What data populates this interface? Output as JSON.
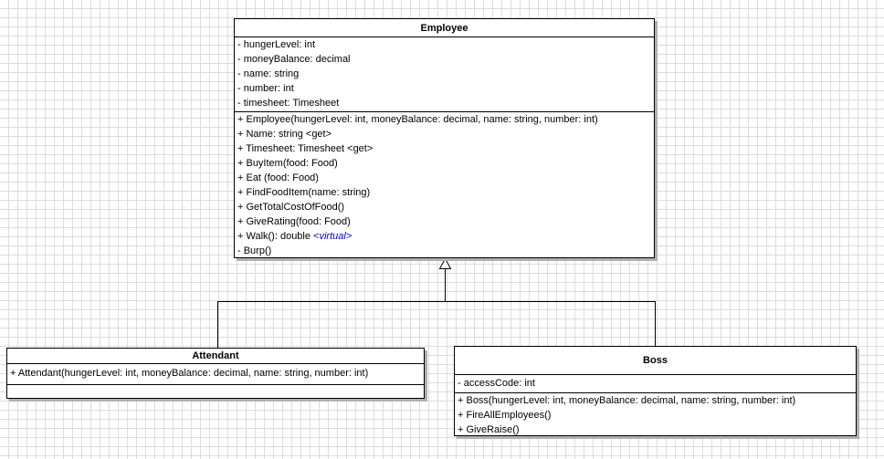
{
  "colors": {
    "box_fill": "#ffffff",
    "box_border": "#000000",
    "box_shadow": "#b0b0b0",
    "grid_line": "#dcdcdc",
    "text": "#000000",
    "virtual_tag": "#0000dd"
  },
  "classes": {
    "employee": {
      "name": "Employee",
      "attributes": [
        "- hungerLevel: int",
        "- moneyBalance: decimal",
        "- name: string",
        "- number: int",
        "- timesheet: Timesheet"
      ],
      "methods": [
        "+ Employee(hungerLevel: int, moneyBalance: decimal, name: string, number: int)",
        "+ Name: string <get>",
        "+ Timesheet: Timesheet <get>",
        "+ BuyItem(food: Food)",
        "+ Eat (food: Food)",
        "+ FindFoodItem(name: string)",
        "+ GetTotalCostOfFood()",
        "+ GiveRating(food: Food)",
        {
          "text": "+ Walk(): double ",
          "tag": "<virtual>"
        },
        "- Burp()"
      ]
    },
    "attendant": {
      "name": "Attendant",
      "attributes": [],
      "methods": [
        "+ Attendant(hungerLevel: int, moneyBalance: decimal, name: string, number: int)"
      ]
    },
    "boss": {
      "name": "Boss",
      "attributes": [
        "- accessCode: int"
      ],
      "methods": [
        "+ Boss(hungerLevel: int, moneyBalance: decimal, name: string, number: int)",
        "+ FireAllEmployees()",
        "+ GiveRaise()"
      ]
    }
  },
  "relationships": [
    {
      "type": "generalization",
      "from": "Attendant",
      "to": "Employee"
    },
    {
      "type": "generalization",
      "from": "Boss",
      "to": "Employee"
    }
  ]
}
